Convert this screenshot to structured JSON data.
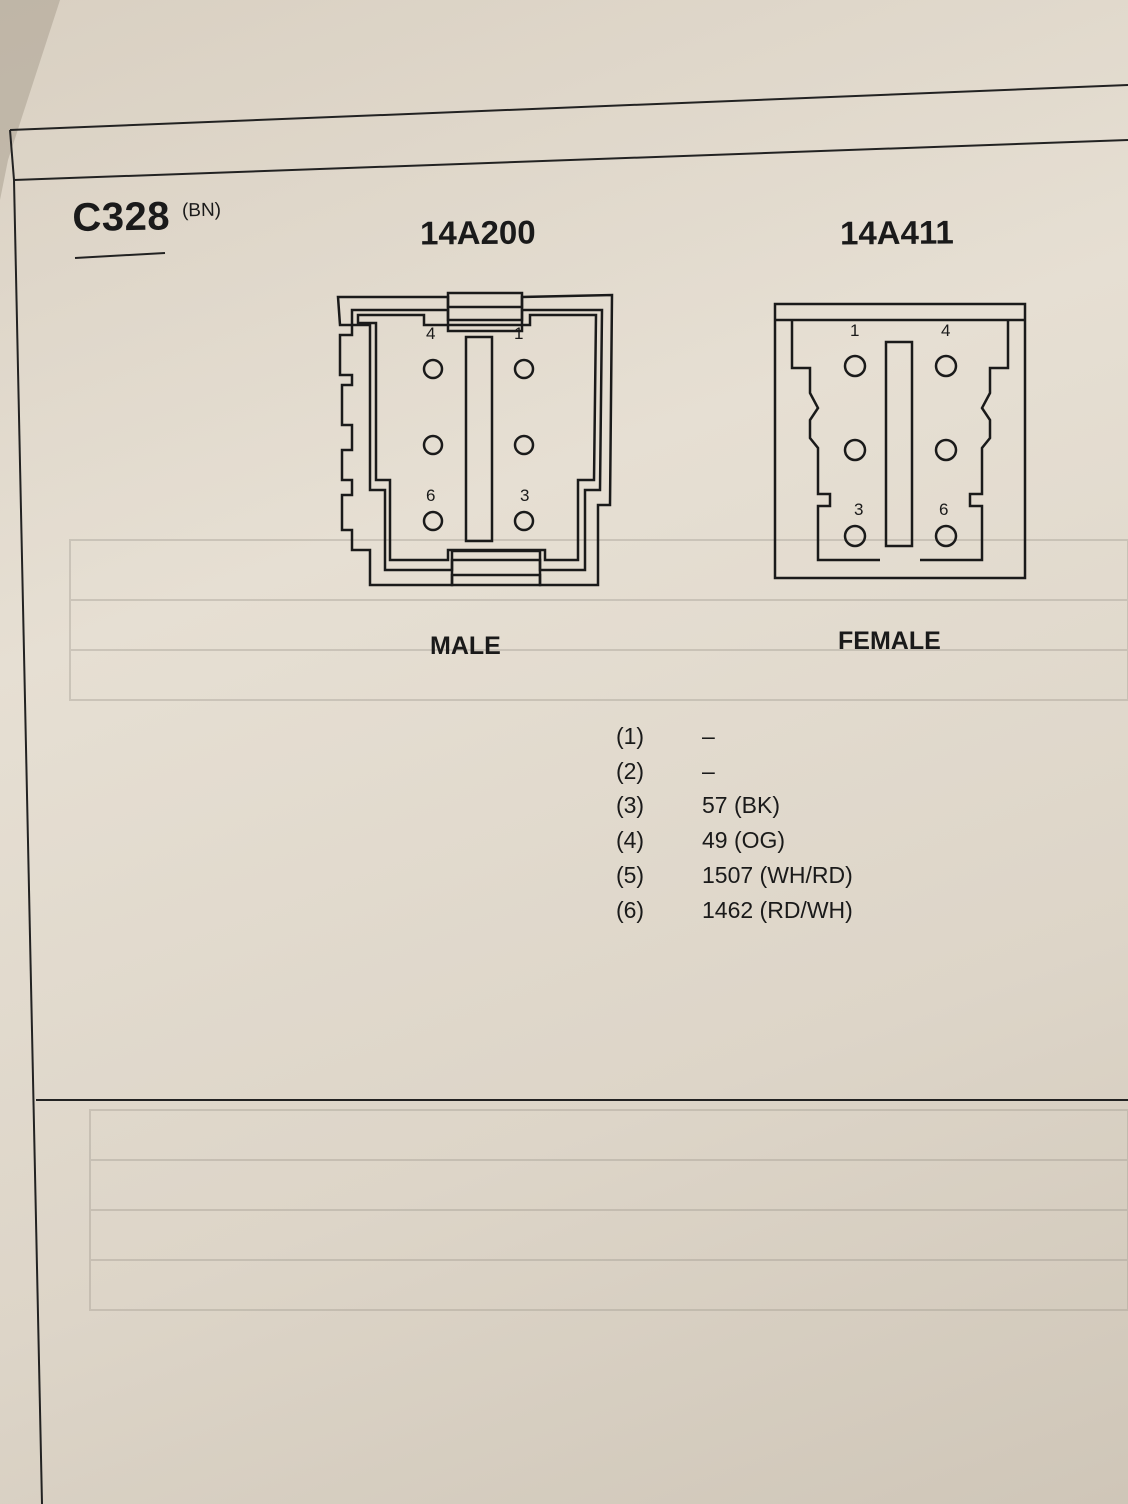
{
  "header": {
    "connector_id": "C328",
    "color_code": "(BN)"
  },
  "connectors": {
    "male": {
      "part_number": "14A200",
      "gender_label": "MALE",
      "pin_labels": [
        "4",
        "1",
        "6",
        "3"
      ]
    },
    "female": {
      "part_number": "14A411",
      "gender_label": "FEMALE",
      "pin_labels": [
        "1",
        "4",
        "3",
        "6"
      ]
    }
  },
  "pinout": [
    {
      "pin": "(1)",
      "circuit": "–"
    },
    {
      "pin": "(2)",
      "circuit": "–"
    },
    {
      "pin": "(3)",
      "circuit": "57 (BK)"
    },
    {
      "pin": "(4)",
      "circuit": "49 (OG)"
    },
    {
      "pin": "(5)",
      "circuit": "1507 (WH/RD)"
    },
    {
      "pin": "(6)",
      "circuit": "1462 (RD/WH)"
    }
  ]
}
